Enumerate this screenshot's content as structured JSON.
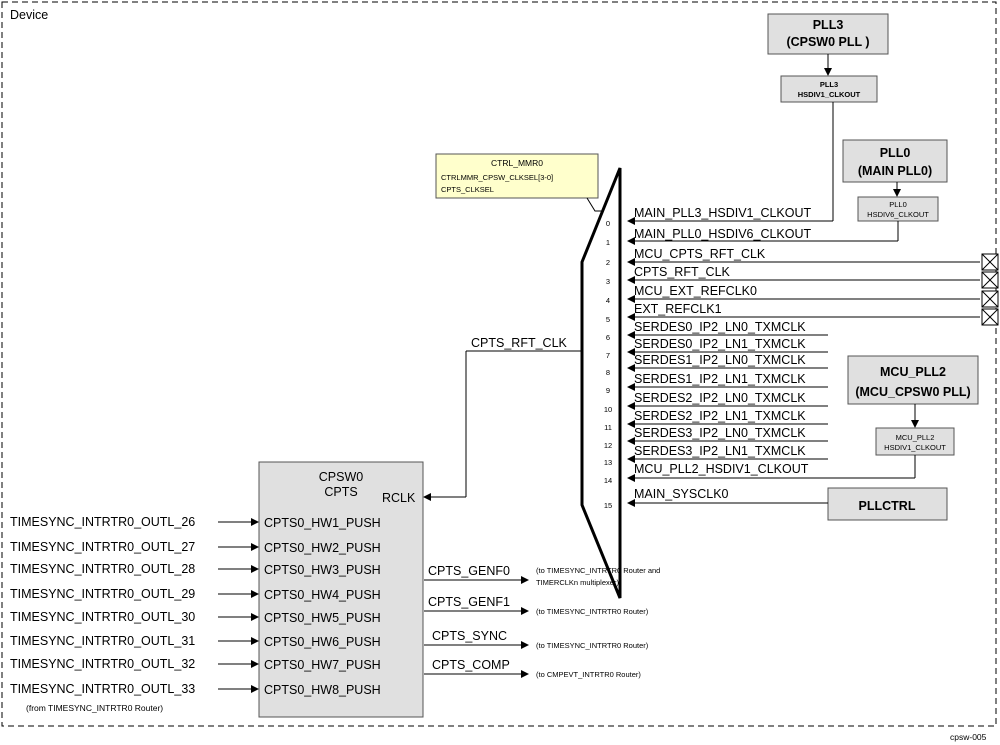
{
  "device_label": "Device",
  "figure_id": "cpsw-005",
  "pll_boxes": {
    "pll3": {
      "line1": "PLL3",
      "line2": "(CPSW0 PLL )",
      "div_line1": "PLL3",
      "div_line2": "HSDIV1_CLKOUT"
    },
    "pll0": {
      "line1": "PLL0",
      "line2": "(MAIN PLL0)",
      "div_line1": "PLL0",
      "div_line2": "HSDIV6_CLKOUT"
    },
    "mcu_pll2": {
      "line1": "MCU_PLL2",
      "line2": "(MCU_CPSW0 PLL)",
      "div_line1": "MCU_PLL2",
      "div_line2": "HSDIV1_CLKOUT"
    },
    "pllctrl": {
      "label": "PLLCTRL"
    }
  },
  "ctrl_mmr": {
    "title": "CTRL_MMR0",
    "line1": "CTRLMMR_CPSW_CLKSEL[3-0]",
    "line2": "CPTS_CLKSEL"
  },
  "mux_inputs": [
    {
      "index": "0",
      "label": "MAIN_PLL3_HSDIV1_CLKOUT"
    },
    {
      "index": "1",
      "label": "MAIN_PLL0_HSDIV6_CLKOUT"
    },
    {
      "index": "2",
      "label": "MCU_CPTS_RFT_CLK"
    },
    {
      "index": "3",
      "label": "CPTS_RFT_CLK"
    },
    {
      "index": "4",
      "label": "MCU_EXT_REFCLK0"
    },
    {
      "index": "5",
      "label": "EXT_REFCLK1"
    },
    {
      "index": "6",
      "label": "SERDES0_IP2_LN0_TXMCLK"
    },
    {
      "index": "7",
      "label": "SERDES0_IP2_LN1_TXMCLK"
    },
    {
      "index": "8",
      "label": "SERDES1_IP2_LN0_TXMCLK"
    },
    {
      "index": "9",
      "label": "SERDES1_IP2_LN1_TXMCLK"
    },
    {
      "index": "10",
      "label": "SERDES2_IP2_LN0_TXMCLK"
    },
    {
      "index": "11",
      "label": "SERDES2_IP2_LN1_TXMCLK"
    },
    {
      "index": "12",
      "label": "SERDES3_IP2_LN0_TXMCLK"
    },
    {
      "index": "13",
      "label": "SERDES3_IP2_LN1_TXMCLK"
    },
    {
      "index": "14",
      "label": "MCU_PLL2_HSDIV1_CLKOUT"
    },
    {
      "index": "15",
      "label": "MAIN_SYSCLK0"
    }
  ],
  "mux_output_label": "CPTS_RFT_CLK",
  "cpts": {
    "title1": "CPSW0",
    "title2": "CPTS",
    "rclk": "RCLK",
    "push_inputs": [
      {
        "signal": "TIMESYNC_INTRTR0_OUTL_26",
        "port": "CPTS0_HW1_PUSH"
      },
      {
        "signal": "TIMESYNC_INTRTR0_OUTL_27",
        "port": "CPTS0_HW2_PUSH"
      },
      {
        "signal": "TIMESYNC_INTRTR0_OUTL_28",
        "port": "CPTS0_HW3_PUSH"
      },
      {
        "signal": "TIMESYNC_INTRTR0_OUTL_29",
        "port": "CPTS0_HW4_PUSH"
      },
      {
        "signal": "TIMESYNC_INTRTR0_OUTL_30",
        "port": "CPTS0_HW5_PUSH"
      },
      {
        "signal": "TIMESYNC_INTRTR0_OUTL_31",
        "port": "CPTS0_HW6_PUSH"
      },
      {
        "signal": "TIMESYNC_INTRTR0_OUTL_32",
        "port": "CPTS0_HW7_PUSH"
      },
      {
        "signal": "TIMESYNC_INTRTR0_OUTL_33",
        "port": "CPTS0_HW8_PUSH"
      }
    ],
    "push_note": "(from TIMESYNC_INTRTR0 Router)",
    "outputs": [
      {
        "signal": "CPTS_GENF0",
        "note1": "(to TIMESYNC_INTRTR0 Router and",
        "note2": "TIMERCLKn multiplexer)"
      },
      {
        "signal": "CPTS_GENF1",
        "note1": "(to TIMESYNC_INTRTR0 Router)",
        "note2": ""
      },
      {
        "signal": "CPTS_SYNC",
        "note1": "(to TIMESYNC_INTRTR0 Router)",
        "note2": ""
      },
      {
        "signal": "CPTS_COMP",
        "note1": "(to CMPEVT_INTRTR0 Router)",
        "note2": ""
      }
    ]
  }
}
